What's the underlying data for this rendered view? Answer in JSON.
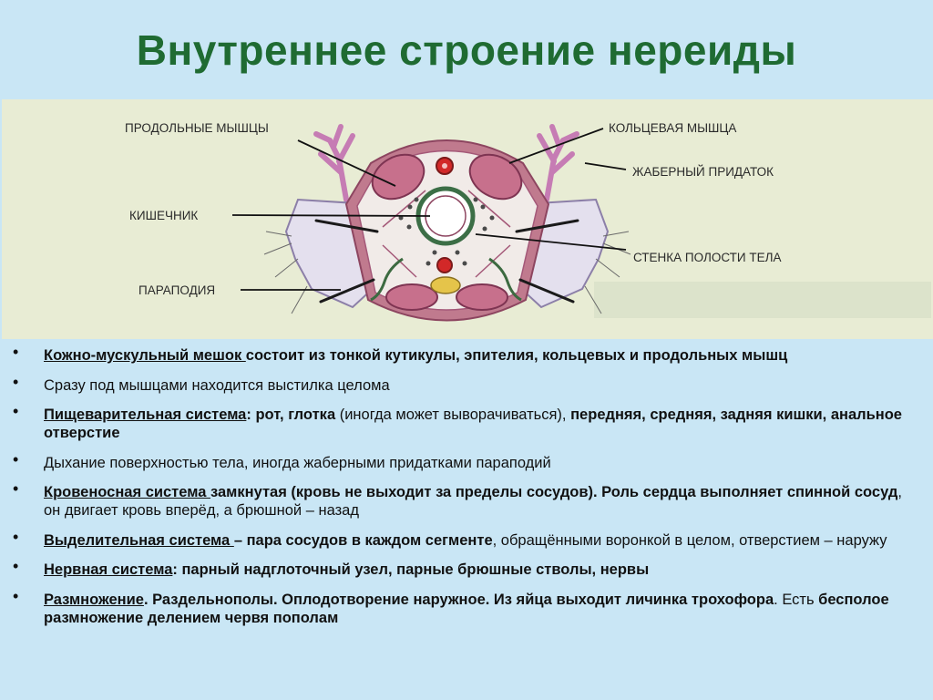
{
  "title": "Внутреннее строение нереиды",
  "diagram": {
    "labels": {
      "longitudinal_muscles": "ПРОДОЛЬНЫЕ МЫШЦЫ",
      "circular_muscle": "КОЛЬЦЕВАЯ МЫШЦА",
      "gill": "ЖАБЕРНЫЙ ПРИДАТОК",
      "intestine": "КИШЕЧНИК",
      "body_wall": "СТЕНКА ПОЛОСТИ ТЕЛА",
      "parapodia": "ПАРАПОДИЯ"
    }
  },
  "bullets": [
    {
      "parts": [
        {
          "text": "Кожно-мускульный мешок ",
          "style": "bu"
        },
        {
          "text": "состоит из тонкой кутикулы, эпителия, кольцевых и продольных мышц",
          "style": "b"
        }
      ]
    },
    {
      "parts": [
        {
          "text": "Сразу под мышцами находится выстилка целома",
          "style": ""
        }
      ]
    },
    {
      "parts": [
        {
          "text": "Пищеварительная система",
          "style": "bu"
        },
        {
          "text": ": рот, глотка ",
          "style": "b"
        },
        {
          "text": "(иногда может выворачиваться), ",
          "style": ""
        },
        {
          "text": "передняя, средняя, задняя кишки, анальное отверстие",
          "style": "b"
        }
      ]
    },
    {
      "parts": [
        {
          "text": "Дыхание поверхностью тела, иногда жаберными придатками параподий",
          "style": ""
        }
      ]
    },
    {
      "parts": [
        {
          "text": "Кровеносная система ",
          "style": "bu"
        },
        {
          "text": "замкнутая (кровь не выходит за пределы сосудов). Роль сердца выполняет спинной сосуд",
          "style": "b"
        },
        {
          "text": ", он двигает кровь вперёд, а брюшной – назад",
          "style": ""
        }
      ]
    },
    {
      "parts": [
        {
          "text": "Выделительная система ",
          "style": "bu"
        },
        {
          "text": "– пара сосудов в каждом сегменте",
          "style": "b"
        },
        {
          "text": ", обращёнными воронкой в целом, отверстием – наружу",
          "style": ""
        }
      ]
    },
    {
      "parts": [
        {
          "text": "Нервная система",
          "style": "bu"
        },
        {
          "text": ": парный надглоточный узел, парные брюшные стволы, нервы",
          "style": "b"
        }
      ]
    },
    {
      "parts": [
        {
          "text": "Размножение",
          "style": "bu"
        },
        {
          "text": ". Раздельнополы. Оплодотворение наружное. Из яйца выходит личинка трохофора",
          "style": "b"
        },
        {
          "text": ". Есть ",
          "style": ""
        },
        {
          "text": "бесполое размножение делением червя пополам",
          "style": "b"
        }
      ]
    }
  ]
}
